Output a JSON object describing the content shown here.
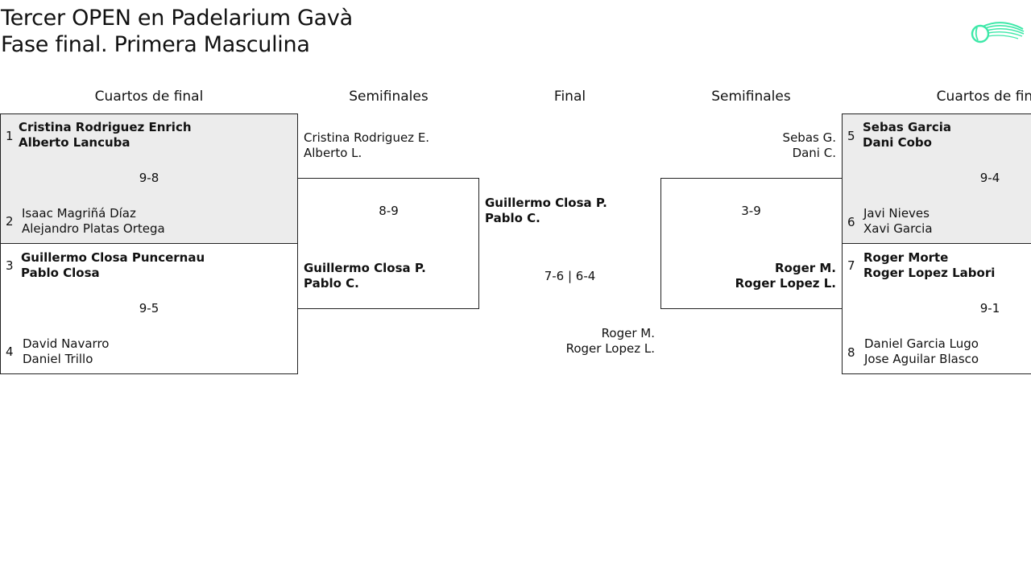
{
  "header": {
    "title_line1": "Tercer OPEN en Padelarium Gavà",
    "title_line2": "Fase final. Primera Masculina",
    "logo_icon": "padel-ball-logo-icon",
    "logo_color": "#3de8a8"
  },
  "columns": {
    "qf_left": "Cuartos de final",
    "sf_left": "Semifinales",
    "final": "Final",
    "sf_right": "Semifinales",
    "qf_right": "Cuartos de final"
  },
  "qf_left": {
    "match1": {
      "seed_a": "1",
      "a1": "Cristina Rodriguez Enrich",
      "a2": "Alberto Lancuba",
      "score": "9-8",
      "seed_b": "2",
      "b1": "Isaac Magriñá Díaz",
      "b2": "Alejandro Platas Ortega"
    },
    "match2": {
      "seed_a": "3",
      "a1": "Guillermo Closa Puncernau",
      "a2": "Pablo Closa",
      "score": "9-5",
      "seed_b": "4",
      "b1": "David Navarro",
      "b2": "Daniel Trillo"
    }
  },
  "sf_left": {
    "top1": "Cristina Rodriguez E.",
    "top2": "Alberto L.",
    "score": "8-9",
    "bot1": "Guillermo Closa P.",
    "bot2": "Pablo C."
  },
  "final": {
    "top1": "Guillermo Closa P.",
    "top2": "Pablo C.",
    "score": "7-6 | 6-4",
    "bot1": "Roger M.",
    "bot2": "Roger Lopez L."
  },
  "sf_right": {
    "top1": "Sebas G.",
    "top2": "Dani C.",
    "score": "3-9",
    "bot1": "Roger M.",
    "bot2": "Roger Lopez L."
  },
  "qf_right": {
    "match1": {
      "seed_a": "5",
      "a1": "Sebas Garcia",
      "a2": "Dani Cobo",
      "score": "9-4",
      "seed_b": "6",
      "b1": "Javi Nieves",
      "b2": "Xavi Garcia"
    },
    "match2": {
      "seed_a": "7",
      "a1": "Roger Morte",
      "a2": "Roger Lopez Labori",
      "score": "9-1",
      "seed_b": "8",
      "b1": "Daniel Garcia Lugo",
      "b2": "Jose Aguilar Blasco"
    }
  }
}
